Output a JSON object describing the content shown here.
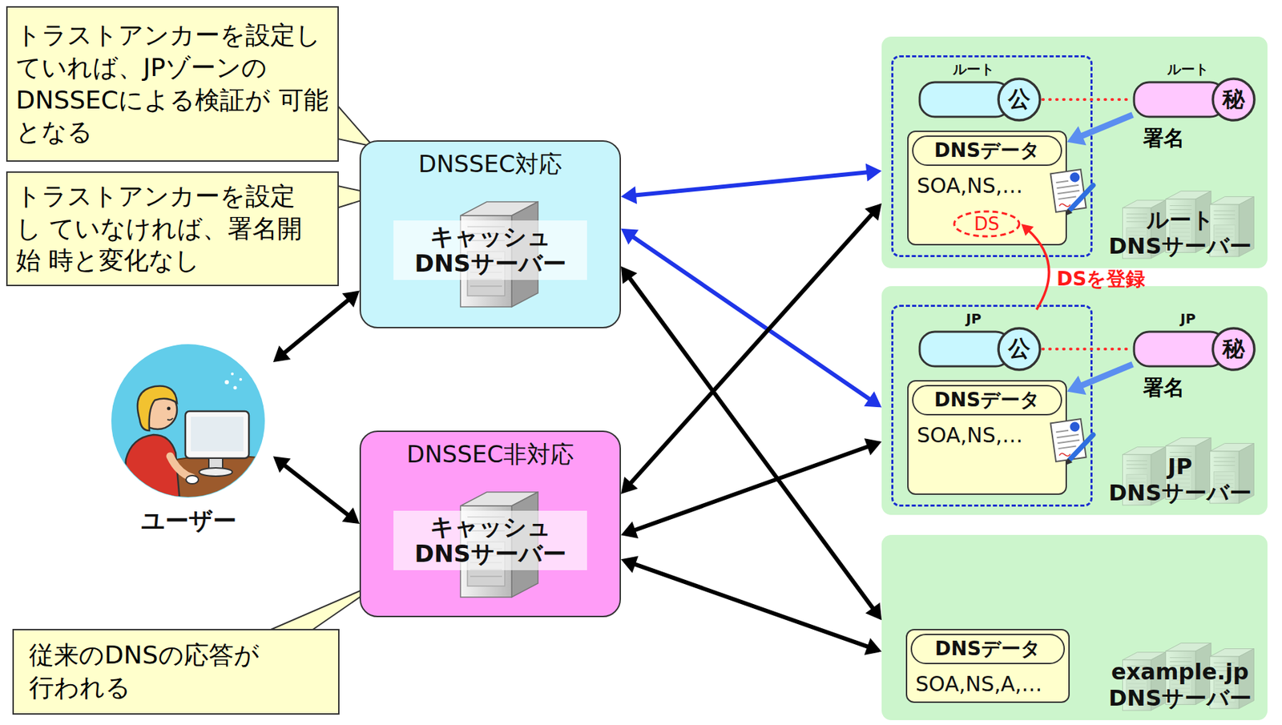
{
  "diagram": {
    "nodes": [
      {
        "text": [
          "トラストアンカーを設定し ていれば、JPゾーンの DNSSECによる検証が 可能となる"
        ]
      },
      {
        "text": [
          "トラストアンカーを設定し ていなければ、署名開始 時と変化なし"
        ]
      },
      {
        "text": [
          "DNSSEC対応",
          "キャッシュ DNSサーバー"
        ]
      },
      {
        "text": [
          "ユーザー"
        ]
      },
      {
        "text": [
          "DNSSEC非対応",
          "キャッシュ DNSサーバー"
        ]
      },
      {
        "text": [
          "従来のDNSの応答が 行われる"
        ]
      },
      {
        "text": [
          "ルート DNSサーバー"
        ]
      },
      {
        "text": [
          "ルート",
          "公"
        ],
        "in": 6
      },
      {
        "text": [
          "ルート",
          "秘"
        ],
        "in": 6
      },
      {
        "text": [
          "DNSデータ",
          "SOA,NS,…"
        ],
        "in": 6
      },
      {
        "text": [
          "DS"
        ],
        "in": 9
      },
      {
        "text": [
          "JP DNSサーバー"
        ]
      },
      {
        "text": [
          "JP",
          "公"
        ],
        "in": 11
      },
      {
        "text": [
          "JP",
          "秘"
        ],
        "in": 11
      },
      {
        "text": [
          "DNSデータ",
          "SOA,NS,…"
        ],
        "in": 11
      },
      {
        "text": [
          "example.jp DNSサーバー"
        ]
      },
      {
        "text": [
          "DNSデータ",
          "SOA,NS,A,…"
        ],
        "in": 15
      }
    ],
    "edges": [
      {
        "from": 3,
        "to": 2,
        "arrow": "both"
      },
      {
        "from": 3,
        "to": 4,
        "arrow": "both"
      },
      {
        "from": 2,
        "to": 6,
        "arrow": "both"
      },
      {
        "from": 2,
        "to": 11,
        "arrow": "both"
      },
      {
        "from": 2,
        "to": 15,
        "arrow": "both"
      },
      {
        "from": 4,
        "to": 6,
        "arrow": "both"
      },
      {
        "from": 4,
        "to": 11,
        "arrow": "both"
      },
      {
        "from": 4,
        "to": 15,
        "arrow": "both"
      },
      {
        "from": 7,
        "to": 8,
        "arrow": "none"
      },
      {
        "from": 8,
        "to": 9,
        "arrow": "to",
        "label": "署名"
      },
      {
        "from": 12,
        "to": 13,
        "arrow": "none"
      },
      {
        "from": 13,
        "to": 14,
        "arrow": "to",
        "label": "署名"
      },
      {
        "from": 12,
        "to": 10,
        "arrow": "to",
        "label": "DSを登録"
      }
    ]
  }
}
